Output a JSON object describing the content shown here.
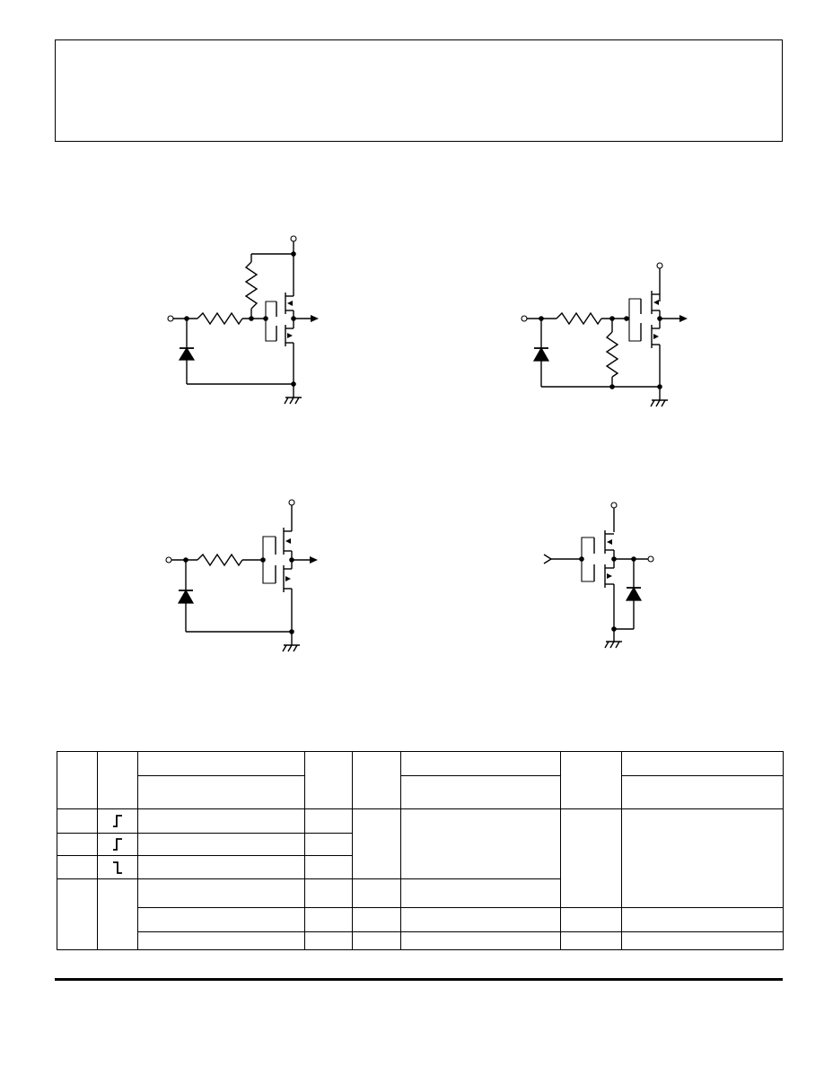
{
  "page": {
    "header_box": {},
    "diagrams": [
      {
        "id": "circuit-1"
      },
      {
        "id": "circuit-2"
      },
      {
        "id": "circuit-3"
      },
      {
        "id": "circuit-4"
      }
    ],
    "table": {
      "rows": 8,
      "edge_symbols": [
        "rising-edge-icon",
        "rising-edge-icon",
        "falling-edge-icon"
      ]
    }
  }
}
